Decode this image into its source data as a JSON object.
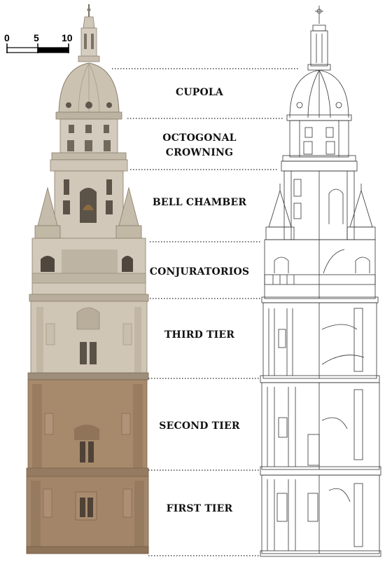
{
  "scale_bar": {
    "labels": [
      "0",
      "5",
      "10"
    ]
  },
  "sections": [
    {
      "label": "CUPOLA"
    },
    {
      "label": "OCTOGONAL\nCROWNING"
    },
    {
      "label": "BELL CHAMBER"
    },
    {
      "label": "CONJURATORIOS"
    },
    {
      "label": "THIRD TIER"
    },
    {
      "label": "SECOND TIER"
    },
    {
      "label": "FIRST TIER"
    }
  ],
  "colors": {
    "stone_light": "#d9d2c4",
    "stone_mid": "#c9bfae",
    "stone_dark": "#a89a83",
    "stone_lower": "#a5876a",
    "stone_lower_dark": "#8b6f55",
    "drawing_line": "#333333",
    "dotted_line": "#222222"
  }
}
